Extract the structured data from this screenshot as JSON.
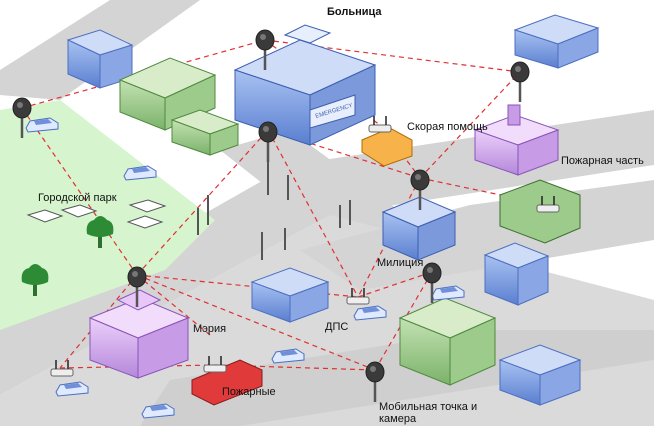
{
  "labels": {
    "hospital": "Больница",
    "ambulance": "Скорая помощь",
    "fire_station": "Пожарная часть",
    "city_park": "Городской парк",
    "police": "Милиция",
    "city_hall": "Мэрия",
    "traffic_police": "ДПС",
    "fire_crews": "Пожарные",
    "mobile_point": "Мобильная точка и камера",
    "emergency_sign": "EMERGENCY"
  },
  "colors": {
    "road": "#d4d4d4",
    "park": "#d6f5cf",
    "link_line": "#e03030",
    "building_blue": "#6f8fd8",
    "building_green": "#8cc07a",
    "building_purple": "#c79be6",
    "camera": "#444444"
  }
}
